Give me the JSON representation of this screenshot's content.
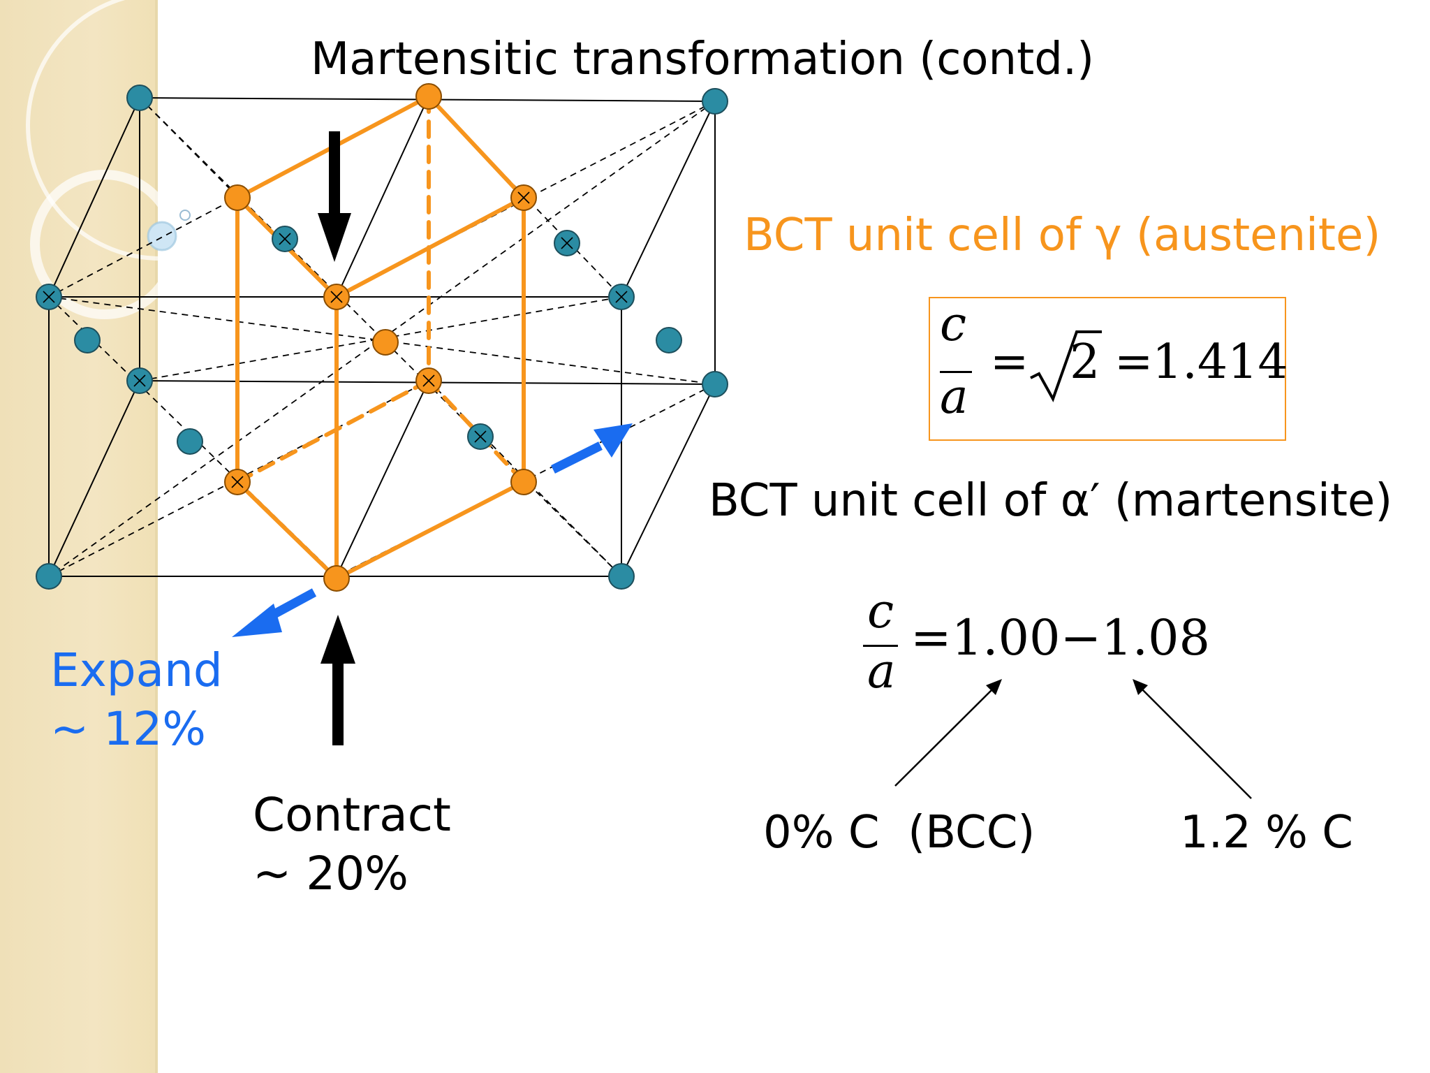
{
  "title": "Martensitic transformation (contd.)",
  "austenite_label": "BCT unit cell of γ (austenite)",
  "martensite_label": "BCT unit cell of α′ (martensite)",
  "austenite_ratio": {
    "numerator": "c",
    "denominator": "a",
    "expression": "= √2 =1.414",
    "eq1": "=",
    "root": "2",
    "eq2": "=",
    "value": "1.414"
  },
  "martensite_ratio": {
    "numerator": "c",
    "denominator": "a",
    "expression": "=1.00−1.08"
  },
  "expand": {
    "line1": "Expand",
    "line2": "~ 12%"
  },
  "contract": {
    "line1": "Contract",
    "line2": "~ 20%"
  },
  "carbon_low": "0% C  (BCC)",
  "carbon_high": "1.2 % C",
  "colors": {
    "orange": "#f7951d",
    "teal_atom": "#2b8ca3",
    "blue_arrow": "#1a6cf0",
    "sidebar": "#f1e2bb"
  }
}
